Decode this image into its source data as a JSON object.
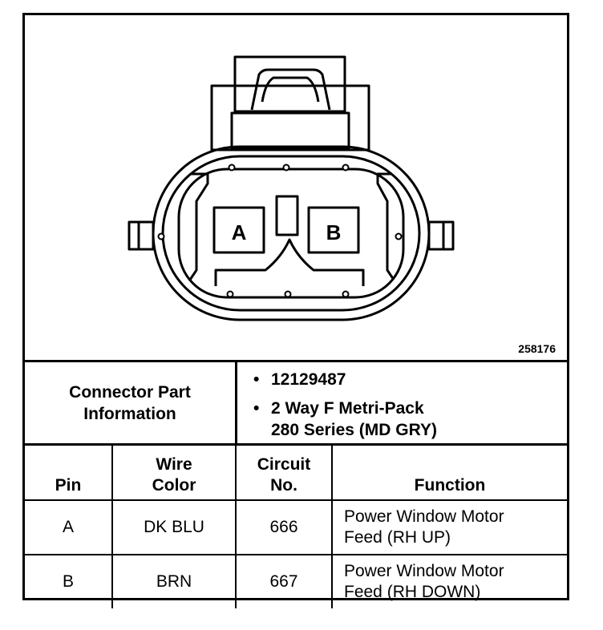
{
  "figure": {
    "number": "258176",
    "cavity_labels": [
      "A",
      "B"
    ]
  },
  "part_info": {
    "label_line1": "Connector Part",
    "label_line2": "Information",
    "bullets": [
      {
        "lines": [
          "12129487"
        ]
      },
      {
        "lines": [
          "2 Way F Metri-Pack",
          "280 Series (MD GRY)"
        ]
      }
    ]
  },
  "table": {
    "headers": {
      "pin": "Pin",
      "wire_color_1": "Wire",
      "wire_color_2": "Color",
      "circuit_1": "Circuit",
      "circuit_2": "No.",
      "function": "Function"
    },
    "rows": [
      {
        "pin": "A",
        "wire_color": "DK BLU",
        "circuit": "666",
        "function_1": "Power Window Motor",
        "function_2": "Feed (RH UP)"
      },
      {
        "pin": "B",
        "wire_color": "BRN",
        "circuit": "667",
        "function_1": "Power Window Motor",
        "function_2": "Feed (RH DOWN)"
      }
    ]
  }
}
